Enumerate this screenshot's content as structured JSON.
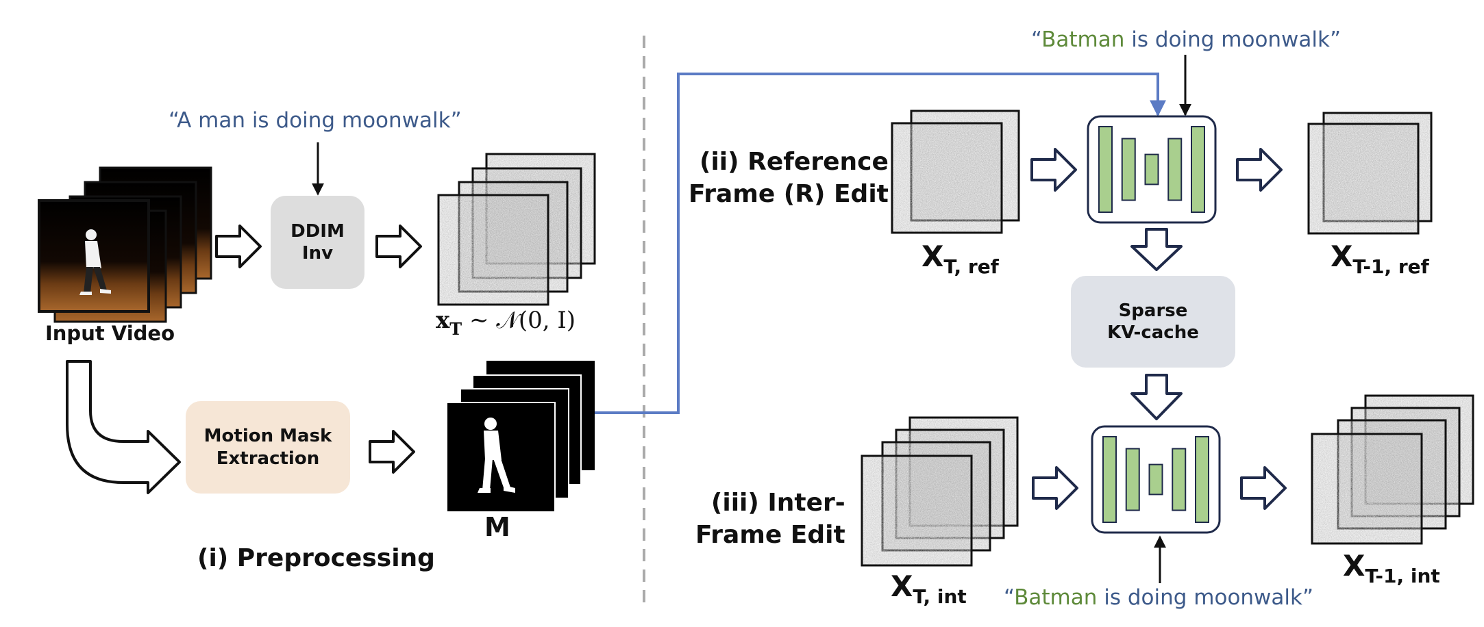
{
  "colors": {
    "prompt_blue": "#3d5a8a",
    "prompt_green": "#5e8a3a",
    "connector_blue": "#5b7bc4",
    "arrow_dark": "#1f2a4a",
    "unet_block": "#a9cf8e",
    "ddim_box": "#dddddd",
    "mask_box": "#f6e6d6",
    "cache_box": "#dfe2e8"
  },
  "preprocessing": {
    "prompt_source": "“A man is doing moonwalk”",
    "ddim_label_1": "DDIM",
    "ddim_label_2": "Inv",
    "input_video_label": "Input Video",
    "noise_eq_x": "x",
    "noise_eq_sub": "T",
    "noise_eq_rest": "∼ 𝒩(0, I)",
    "motion_mask_label_1": "Motion Mask",
    "motion_mask_label_2": "Extraction",
    "mask_symbol": "M",
    "section_title": "(i) Preprocessing"
  },
  "reference_edit": {
    "title_1": "(ii) Reference",
    "title_2": "Frame (R) Edit",
    "prompt_prefix": "“",
    "prompt_target": "Batman",
    "prompt_rest": " is doing moonwalk”",
    "input_var": "X",
    "input_sub": "T, ref",
    "output_var": "X",
    "output_sub": "T-1, ref"
  },
  "kv_cache": {
    "label_1": "Sparse",
    "label_2": "KV-cache"
  },
  "inter_edit": {
    "title_1": "(iii) Inter-",
    "title_2": "Frame Edit",
    "prompt_prefix": "“",
    "prompt_target": "Batman",
    "prompt_rest": " is doing moonwalk”",
    "input_var": "X",
    "input_sub": "T, int",
    "output_var": "X",
    "output_sub": "T-1, int"
  },
  "unet": {
    "block_heights": [
      1.0,
      0.72,
      0.35,
      0.72,
      1.0
    ]
  }
}
